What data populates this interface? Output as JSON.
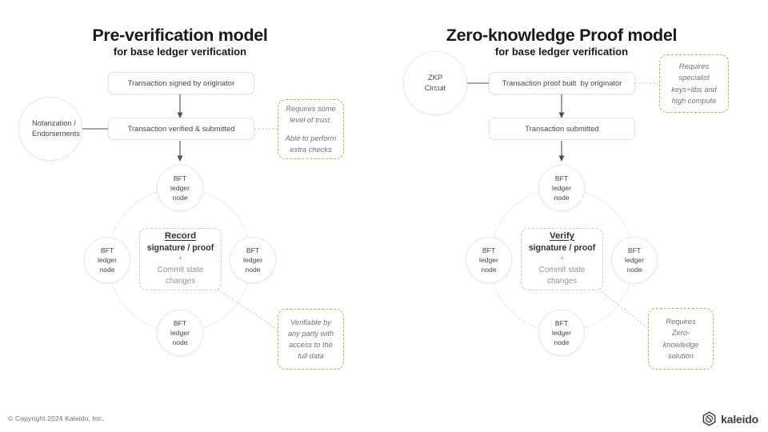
{
  "panels": [
    {
      "id": "pre-verification",
      "title": "Pre-verification model",
      "subtitle": "for base ledger verification",
      "side_circle": "Notarization /\nEndorsements",
      "boxes": [
        "Transaction signed by originator",
        "Transaction verified & submitted"
      ],
      "ring_nodes": [
        "BFT\nledger\nnode",
        "BFT\nledger\nnode",
        "BFT\nledger\nnode",
        "BFT\nledger\nnode"
      ],
      "center": {
        "heading": "Record",
        "line1": "signature / proof",
        "plus": "+",
        "line2": "Commit state\nchanges"
      },
      "callouts": [
        {
          "id": "trust",
          "lines": [
            "Requires some",
            "level of trust."
          ],
          "lines2": [
            "Able to perform",
            "extra checks"
          ]
        },
        {
          "id": "verifiable",
          "lines": [
            "Verifiable by",
            "any party with",
            "access to the",
            "full data"
          ],
          "lines2": []
        }
      ]
    },
    {
      "id": "zero-knowledge",
      "title": "Zero-knowledge Proof model",
      "subtitle": "for base ledger verification",
      "side_circle": "ZKP\nCircuit",
      "boxes": [
        "Transaction proof built  by originator",
        "Transaction submitted"
      ],
      "ring_nodes": [
        "BFT\nledger\nnode",
        "BFT\nledger\nnode",
        "BFT\nledger\nnode",
        "BFT\nledger\nnode"
      ],
      "center": {
        "heading": "Verify",
        "line1": "signature / proof",
        "plus": "+",
        "line2": "Commit state\nchanges"
      },
      "callouts": [
        {
          "id": "specialist",
          "lines": [
            "Requires",
            "specialist",
            "keys+libs and",
            "high compute"
          ],
          "lines2": []
        },
        {
          "id": "zk-solution",
          "lines": [
            "Requires",
            "Zero-",
            "knowledge",
            "solution"
          ],
          "lines2": []
        }
      ]
    }
  ],
  "footer": {
    "copyright": "© Copyright 2024 Kaleido, Inc.",
    "brand_name": "kaleido",
    "brand_icon": "kaleido-hexagon-logo-icon"
  },
  "colors": {
    "background": "#ffffff",
    "title_text": "#1a1a1a",
    "body_text": "#41464f",
    "muted_text": "#8f949c",
    "box_border": "#e2e3e6",
    "circle_border": "#e8e9ec",
    "dashed_gray": "#c9cbd0",
    "callout_border": "#d8a93a",
    "connector": "#4a4f58",
    "footer_text": "#6f747c"
  }
}
